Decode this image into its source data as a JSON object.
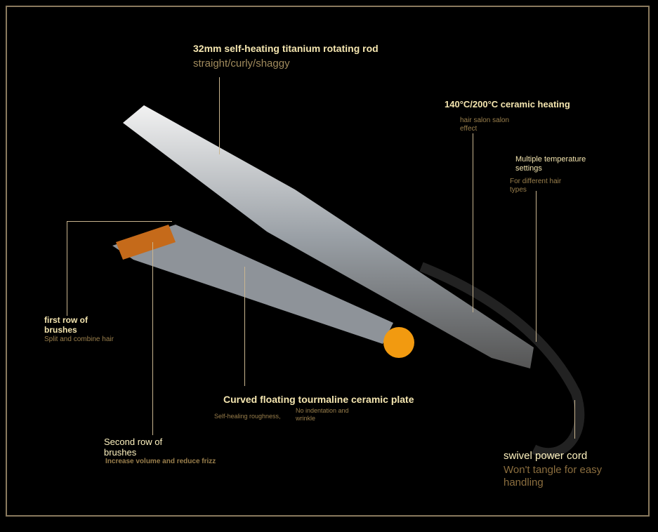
{
  "callouts": {
    "rod": {
      "title": "32mm self-heating titanium rotating rod",
      "sub": "straight/curly/shaggy"
    },
    "heating": {
      "title": "140°C/200°C ceramic heating",
      "sub": "hair salon salon effect"
    },
    "temp": {
      "title": "Multiple temperature settings",
      "sub": "For different hair types"
    },
    "brush1": {
      "title": "first row of brushes",
      "sub": "Split and combine hair"
    },
    "plate": {
      "title": "Curved floating tourmaline ceramic plate",
      "sub1": "Self-healing roughness,",
      "sub2": "No indentation and wrinkle"
    },
    "brush2": {
      "title": "Second row of brushes",
      "sub": "Increase volume and reduce frizz"
    },
    "cord": {
      "title": "swivel power cord",
      "sub": "Won't tangle for easy handling"
    }
  }
}
